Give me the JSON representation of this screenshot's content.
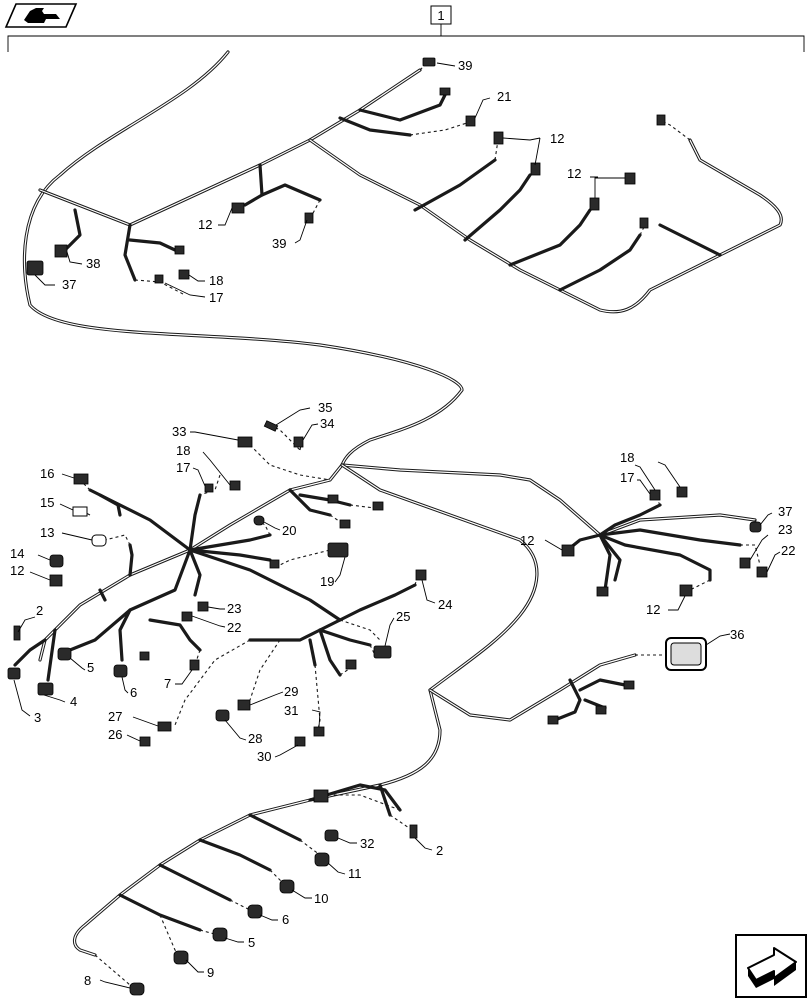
{
  "assembly_label": "1",
  "callouts": {
    "c39a": "39",
    "c21": "21",
    "c12a": "12",
    "c12b": "12",
    "c12c": "12",
    "c39b": "39",
    "c38": "38",
    "c37a": "37",
    "c18a": "18",
    "c17a": "17",
    "c35": "35",
    "c34": "34",
    "c33": "33",
    "c18b": "18",
    "c17b": "17",
    "c16": "16",
    "c15": "15",
    "c13": "13",
    "c14": "14",
    "c12d": "12",
    "c20": "20",
    "c19": "19",
    "c2a": "2",
    "c23a": "23",
    "c22a": "22",
    "c24": "24",
    "c25": "25",
    "c5a": "5",
    "c3": "3",
    "c4": "4",
    "c6a": "6",
    "c7": "7",
    "c29": "29",
    "c31": "31",
    "c28": "28",
    "c27": "27",
    "c26": "26",
    "c30": "30",
    "c18c": "18",
    "c17c": "17",
    "c37b": "37",
    "c23b": "23",
    "c22b": "22",
    "c12e": "12",
    "c12f": "12",
    "c36": "36",
    "c32": "32",
    "c2b": "2",
    "c11": "11",
    "c10": "10",
    "c6b": "6",
    "c5b": "5",
    "c9": "9",
    "c8": "8"
  },
  "icons": {
    "top_left": "book-hand-icon",
    "bottom_right": "next-page-arrow-icon"
  }
}
